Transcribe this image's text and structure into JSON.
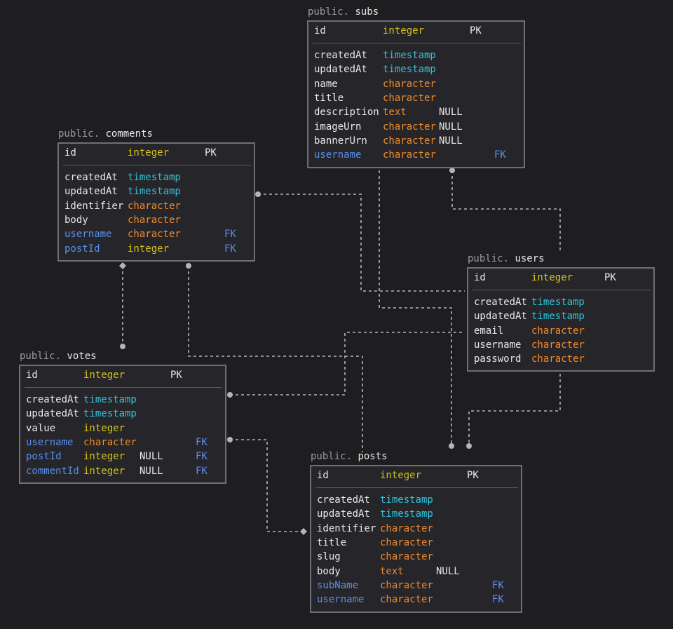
{
  "colors": {
    "background": "#1e1e20",
    "border": "#6e6e78",
    "fk": "#5a8dee",
    "integer": "#d4c21a",
    "timestamp": "#2fc3d9",
    "character": "#f28a2c",
    "connector": "#b4b4bc"
  },
  "tables": {
    "subs": {
      "schema": "public.",
      "name": "subs",
      "columns": [
        {
          "name": "id",
          "type": "integer",
          "null": "",
          "key": "PK"
        },
        {
          "name": "createdAt",
          "type": "timestamp",
          "null": "",
          "key": ""
        },
        {
          "name": "updatedAt",
          "type": "timestamp",
          "null": "",
          "key": ""
        },
        {
          "name": "name",
          "type": "character",
          "null": "",
          "key": ""
        },
        {
          "name": "title",
          "type": "character",
          "null": "",
          "key": ""
        },
        {
          "name": "description",
          "type": "text",
          "null": "NULL",
          "key": ""
        },
        {
          "name": "imageUrn",
          "type": "character",
          "null": "NULL",
          "key": ""
        },
        {
          "name": "bannerUrn",
          "type": "character",
          "null": "NULL",
          "key": ""
        },
        {
          "name": "username",
          "type": "character",
          "null": "",
          "key": "FK"
        }
      ]
    },
    "comments": {
      "schema": "public.",
      "name": "comments",
      "columns": [
        {
          "name": "id",
          "type": "integer",
          "null": "",
          "key": "PK"
        },
        {
          "name": "createdAt",
          "type": "timestamp",
          "null": "",
          "key": ""
        },
        {
          "name": "updatedAt",
          "type": "timestamp",
          "null": "",
          "key": ""
        },
        {
          "name": "identifier",
          "type": "character",
          "null": "",
          "key": ""
        },
        {
          "name": "body",
          "type": "character",
          "null": "",
          "key": ""
        },
        {
          "name": "username",
          "type": "character",
          "null": "",
          "key": "FK"
        },
        {
          "name": "postId",
          "type": "integer",
          "null": "",
          "key": "FK"
        }
      ]
    },
    "users": {
      "schema": "public.",
      "name": "users",
      "columns": [
        {
          "name": "id",
          "type": "integer",
          "null": "",
          "key": "PK"
        },
        {
          "name": "createdAt",
          "type": "timestamp",
          "null": "",
          "key": ""
        },
        {
          "name": "updatedAt",
          "type": "timestamp",
          "null": "",
          "key": ""
        },
        {
          "name": "email",
          "type": "character",
          "null": "",
          "key": ""
        },
        {
          "name": "username",
          "type": "character",
          "null": "",
          "key": ""
        },
        {
          "name": "password",
          "type": "character",
          "null": "",
          "key": ""
        }
      ]
    },
    "votes": {
      "schema": "public.",
      "name": "votes",
      "columns": [
        {
          "name": "id",
          "type": "integer",
          "null": "",
          "key": "PK"
        },
        {
          "name": "createdAt",
          "type": "timestamp",
          "null": "",
          "key": ""
        },
        {
          "name": "updatedAt",
          "type": "timestamp",
          "null": "",
          "key": ""
        },
        {
          "name": "value",
          "type": "integer",
          "null": "",
          "key": ""
        },
        {
          "name": "username",
          "type": "character",
          "null": "",
          "key": "FK"
        },
        {
          "name": "postId",
          "type": "integer",
          "null": "NULL",
          "key": "FK"
        },
        {
          "name": "commentId",
          "type": "integer",
          "null": "NULL",
          "key": "FK"
        }
      ]
    },
    "posts": {
      "schema": "public.",
      "name": "posts",
      "columns": [
        {
          "name": "id",
          "type": "integer",
          "null": "",
          "key": "PK"
        },
        {
          "name": "createdAt",
          "type": "timestamp",
          "null": "",
          "key": ""
        },
        {
          "name": "updatedAt",
          "type": "timestamp",
          "null": "",
          "key": ""
        },
        {
          "name": "identifier",
          "type": "character",
          "null": "",
          "key": ""
        },
        {
          "name": "title",
          "type": "character",
          "null": "",
          "key": ""
        },
        {
          "name": "slug",
          "type": "character",
          "null": "",
          "key": ""
        },
        {
          "name": "body",
          "type": "text",
          "null": "NULL",
          "key": ""
        },
        {
          "name": "subName",
          "type": "character",
          "null": "",
          "key": "FK"
        },
        {
          "name": "username",
          "type": "character",
          "null": "",
          "key": "FK"
        }
      ]
    }
  },
  "relations": [
    {
      "from": "comments.username",
      "to": "users.username"
    },
    {
      "from": "comments.postId",
      "to": "posts.id"
    },
    {
      "from": "votes.commentId",
      "to": "comments.id"
    },
    {
      "from": "votes.username",
      "to": "users.username"
    },
    {
      "from": "votes.postId",
      "to": "posts.id"
    },
    {
      "from": "subs.username",
      "to": "users.username"
    },
    {
      "from": "posts.subName",
      "to": "subs.name"
    },
    {
      "from": "posts.username",
      "to": "users.username"
    }
  ]
}
